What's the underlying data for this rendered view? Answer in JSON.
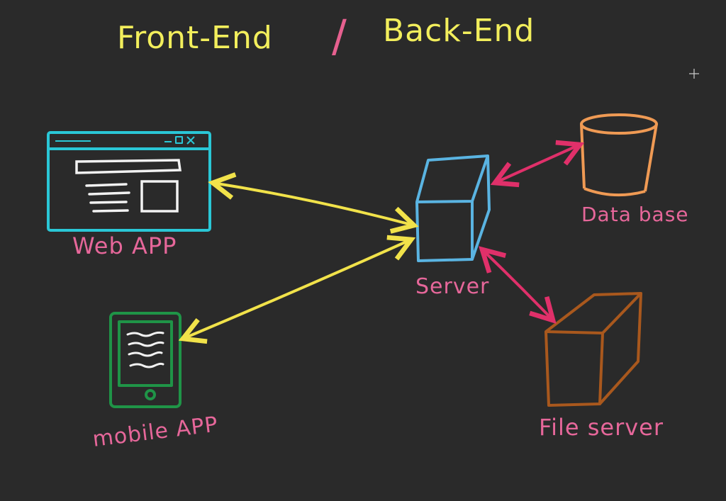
{
  "title": {
    "front": "Front-End",
    "separator": "/",
    "back": "Back-End"
  },
  "nodes": {
    "web_app": {
      "label": "Web APP"
    },
    "mobile_app": {
      "label": "mobile APP"
    },
    "server": {
      "label": "Server"
    },
    "database": {
      "label": "Data base"
    },
    "file_server": {
      "label": "File server"
    }
  },
  "colors": {
    "background": "#2a2a2a",
    "title": "#f2ee5c",
    "separator": "#e6608f",
    "label": "#e6679a",
    "web_app": "#2ac7d6",
    "mobile_app": "#1f9447",
    "server": "#5ab4e2",
    "database": "#ef9a54",
    "file_server": "#a9581d",
    "front_arrows": "#f1e24a",
    "back_arrows": "#e0306a",
    "sketch_white": "#f2f2f2"
  }
}
